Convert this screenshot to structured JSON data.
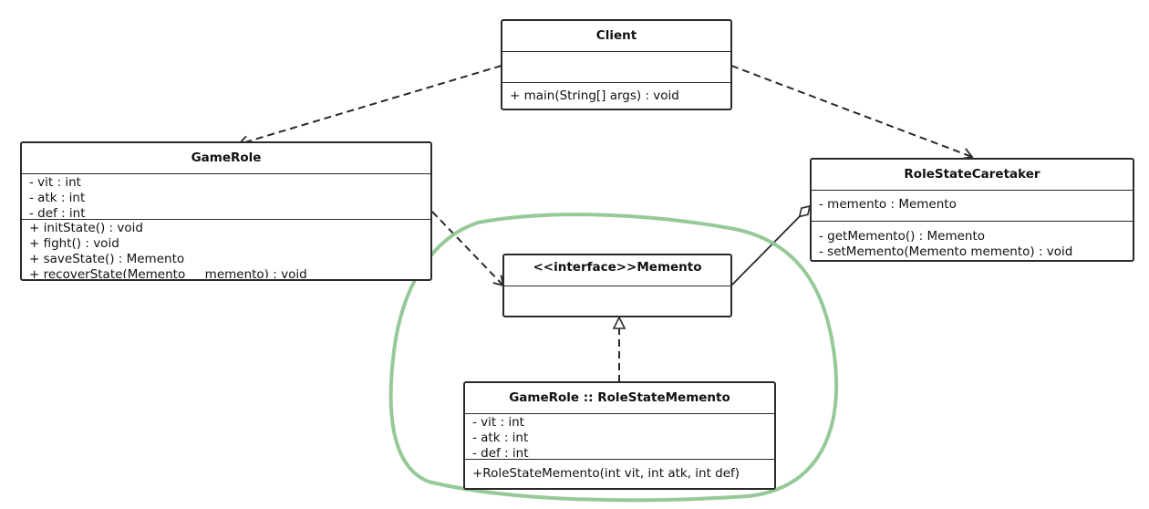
{
  "diagram": {
    "classes": {
      "client": {
        "name": "Client",
        "attributes": [],
        "methods": [
          "+ main(String[] args) : void"
        ]
      },
      "game_role": {
        "name": "GameRole",
        "attributes": [
          "- vit : int",
          "- atk : int",
          "- def : int"
        ],
        "methods": [
          "+ initState() : void",
          "+ fight() : void",
          "+ saveState() : Memento",
          "+ recoverState(Memento     memento) : void"
        ]
      },
      "role_state_caretaker": {
        "name": "RoleStateCaretaker",
        "attributes": [
          "- memento : Memento"
        ],
        "methods": [
          "- getMemento() : Memento",
          "- setMemento(Memento memento) : void"
        ]
      },
      "memento": {
        "name": "<<interface>>Memento",
        "attributes": [],
        "methods": []
      },
      "role_state_memento": {
        "name": "GameRole :: RoleStateMemento",
        "attributes": [
          "- vit : int",
          "- atk : int",
          "- def : int"
        ],
        "methods": [
          "+RoleStateMemento(int vit, int atk, int def)"
        ]
      }
    },
    "relationships": [
      {
        "from": "client",
        "to": "game_role",
        "type": "dependency"
      },
      {
        "from": "client",
        "to": "role_state_caretaker",
        "type": "dependency"
      },
      {
        "from": "game_role",
        "to": "memento",
        "type": "dependency"
      },
      {
        "from": "role_state_caretaker",
        "to": "memento",
        "type": "aggregation"
      },
      {
        "from": "role_state_memento",
        "to": "memento",
        "type": "realization"
      }
    ],
    "highlight": {
      "shape": "hand-drawn loop",
      "color": "#8cc48f",
      "encloses": [
        "memento",
        "role_state_memento"
      ]
    }
  }
}
